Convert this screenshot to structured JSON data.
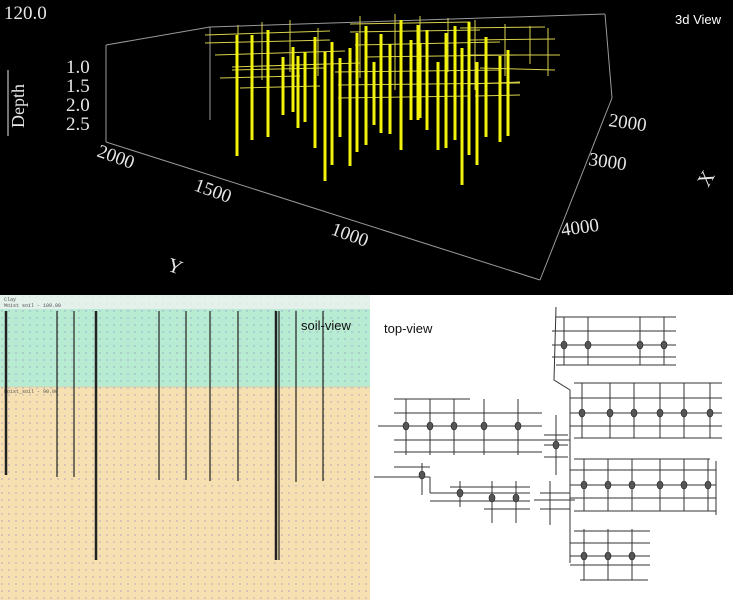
{
  "view3d": {
    "label": "3d View",
    "top_value": "120.0",
    "z_axis_label": "Depth",
    "z_ticks": [
      "1.0",
      "1.5",
      "2.0",
      "2.5"
    ],
    "y_axis_label": "Y",
    "y_ticks": [
      "2000",
      "1500",
      "1000"
    ],
    "x_axis_label": "X",
    "x_ticks": [
      "2000",
      "3000",
      "4000"
    ],
    "colors": {
      "background": "#000000",
      "piles": "#f2f20a",
      "axes": "#bdbdbd",
      "labels": "#e6e6e6"
    }
  },
  "soil_view": {
    "label": "soil-view",
    "layer_labels": [
      "Clay",
      "Moist soil - 100.00",
      "Moist_soil - 90.00"
    ],
    "colors": {
      "upper_layer": "#b8ecd2",
      "lower_layer": "#f6dfb0",
      "dots": "#8a86c4",
      "piles": "#222222"
    }
  },
  "top_view": {
    "label": "top-view",
    "colors": {
      "lines": "#333333",
      "piles": "#555555"
    }
  }
}
